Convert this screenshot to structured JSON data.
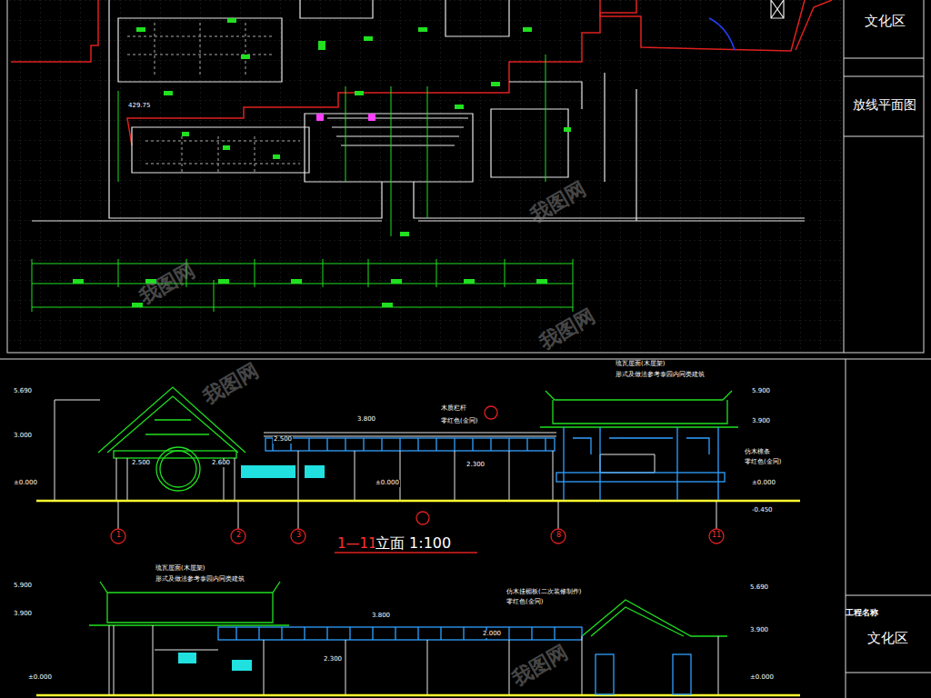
{
  "diagram": {
    "nodes": [
      {
        "text": [
          "文化区"
        ]
      },
      {
        "text": [
          "放线平面图"
        ]
      },
      {
        "text": [
          "工程名称",
          "文化区"
        ]
      }
    ],
    "labels": [
      "429.75",
      "5.690",
      "3.000",
      "±0.000",
      "3.800",
      "2.500",
      "2.300",
      "2.500",
      "2.600",
      "±0.000",
      "木质栏杆",
      "零红色(金同)",
      "琉瓦屋面(木屋架)",
      "形式及做法参考泰园内同类建筑",
      "仿木檩条",
      "零红色(金同)",
      "5.900",
      "3.900",
      "±0.000",
      "-0.450",
      "1",
      "2",
      "3",
      "8",
      "11",
      "1—11",
      "立面  1:100",
      "5.900",
      "3.900",
      "琉瓦屋面(木屋架)",
      "形式及做法参考泰园内同类建筑",
      "3.800",
      "2.000",
      "2.300",
      "仿木挂楣板(二次装修制作)",
      "零红色(金同)",
      "5.690",
      "3.900",
      "±0.000",
      "±0.000",
      "我图网",
      "我图网",
      "我图网",
      "我图网",
      "我图网"
    ]
  }
}
